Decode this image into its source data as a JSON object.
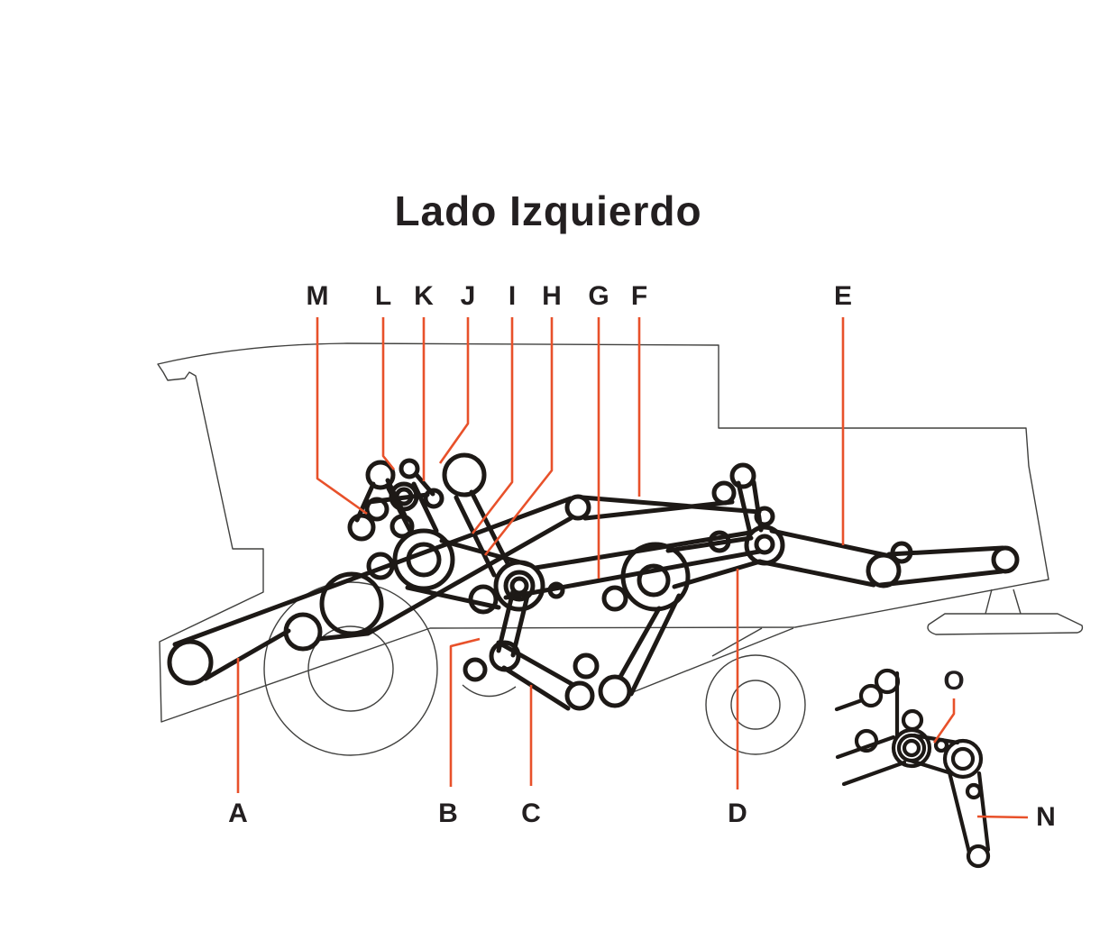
{
  "title": "Lado Izquierdo",
  "colors": {
    "leader_line": "#e8512a",
    "belt_ink": "#1d1916",
    "outline_ink": "#40403e",
    "label_ink": "#231f20",
    "background": "#ffffff"
  },
  "callouts": {
    "A": "A",
    "B": "B",
    "C": "C",
    "D": "D",
    "E": "E",
    "F": "F",
    "G": "G",
    "H": "H",
    "I": "I",
    "J": "J",
    "K": "K",
    "L": "L",
    "M": "M",
    "N": "N",
    "O": "O"
  }
}
